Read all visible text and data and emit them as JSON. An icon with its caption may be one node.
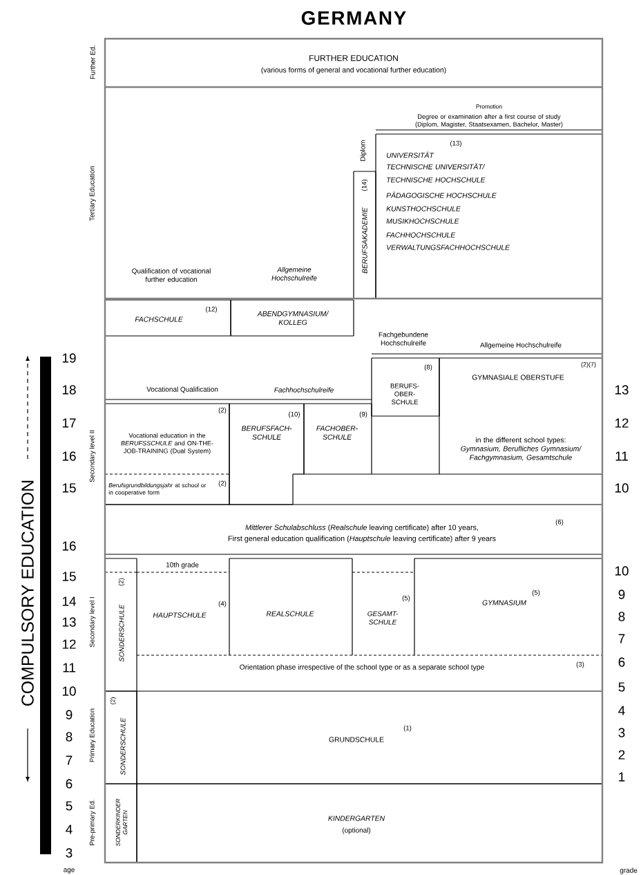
{
  "diagram": {
    "title": "GERMANY",
    "nodes": [
      {
        "text": [
          "FURTHER EDUCATION",
          "(various forms of general and vocational further education)"
        ]
      },
      {
        "text": [
          "(13)",
          "UNIVERSITÄT",
          "TECHNISCHE UNIVERSITÄT/ TECHNISCHE HOCHSCHULE",
          "PÄDAGOGISCHE HOCHSCHULE",
          "KUNSTHOCHSCHULE",
          "MUSIKHOCHSCHULE",
          "FACHHOCHSCHULE",
          "VERWALTUNGSFACHHOCHSCHULE"
        ]
      },
      {
        "text": [
          "Diplom",
          "BERUFSAKADEMIE",
          "(14)"
        ]
      },
      {
        "text": [
          "FACHSCHULE",
          "(12)"
        ]
      },
      {
        "text": [
          "ABENDGYMNASIUM/ KOLLEG"
        ]
      },
      {
        "text": [
          "(8)",
          "BERUFS- OBER- SCHULE"
        ]
      },
      {
        "text": [
          "(2)(7)",
          "GYMNASIALE OBERSTUFE",
          "in the different school types: *Gymnasium, Berufliches Gymnasium/ Fachgymnasium, Gesamtschule*"
        ]
      },
      {
        "text": [
          "(2)",
          "Vocational education in the *BERUFSSCHULE* and ON-THE-JOB-TRAINING (Dual System)"
        ]
      },
      {
        "text": [
          "*Berufsgrundbildungsjahr* at school or in cooperative form",
          "(2)"
        ]
      },
      {
        "text": [
          "(10)",
          "BERUFSFACH- SCHULE"
        ]
      },
      {
        "text": [
          "(9)",
          "FACHOBER- SCHULE"
        ]
      },
      {
        "text": [
          "(6)",
          "*Mittlerer Schulabschluss* (*Realschule* leaving certificate) after 10 years,",
          "First general education qualification (*Hauptschule* leaving certificate) after 9 years"
        ]
      },
      {
        "text": [
          "(2)",
          "SONDERSCHULE"
        ]
      },
      {
        "text": [
          "10th grade",
          "HAUPTSCHULE",
          "(4)"
        ]
      },
      {
        "text": [
          "REALSCHULE"
        ]
      },
      {
        "text": [
          "(5)",
          "GESAMT- SCHULE"
        ]
      },
      {
        "text": [
          "(5)",
          "GYMNASIUM"
        ]
      },
      {
        "text": [
          "Orientation phase irrespective of the school type or as a separate school type",
          "(3)"
        ]
      },
      {
        "text": [
          "SONDERSCHULE",
          "(2)"
        ]
      },
      {
        "text": [
          "GRUNDSCHULE",
          "(1)"
        ]
      },
      {
        "text": [
          "SONDERKINDER GARTEN"
        ]
      },
      {
        "text": [
          "KINDERGARTEN",
          "(optional)"
        ]
      }
    ],
    "labels": [
      "Further Ed.",
      "Promotion",
      "Degree or examination after a first course of study (Diplom, Magister, Staatsexamen, Bachelor, Master)",
      "Tertiary Education",
      "Qualification of vocational further education",
      "Allgemeine Hochschulreife",
      "Fachgebundene Hochschulreife",
      "Allgemeine Hochschulreife",
      "19",
      "Vocational Qualification",
      "Fachhochschulreife",
      "18",
      "13",
      "17",
      "12",
      "Secondary level II",
      "16",
      "11",
      "15",
      "10",
      "COMPULSORY EDUCATION",
      "16",
      "15",
      "10",
      "14",
      "9",
      "13",
      "8",
      "12",
      "7",
      "Secondary level I",
      "11",
      "6",
      "10",
      "5",
      "9",
      "4",
      "Primary Education",
      "8",
      "3",
      "7",
      "2",
      "6",
      "1",
      "5",
      "Pre-primary Ed.",
      "4",
      "3",
      "age",
      "grade"
    ]
  }
}
